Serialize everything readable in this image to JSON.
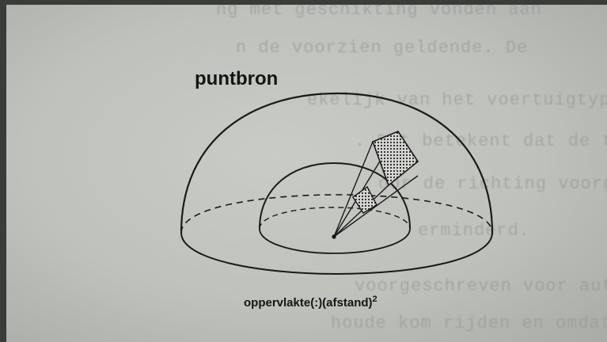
{
  "figure": {
    "title": "puntbron",
    "caption_main": "oppervlakte(:)(afstand)",
    "caption_exp": "2"
  },
  "background_text": [
    "ng met geschikting vonden aan",
    "n de voorzien geldende. De",
    "ekelijk van het voertuigtype,",
    ". Dit betekent dat de toegestane",
    "oor de richting voorgeschreven",
    "erminderd.",
    "voorgeschreven voor autobussen,",
    "houde kom rijden en omdat het"
  ]
}
